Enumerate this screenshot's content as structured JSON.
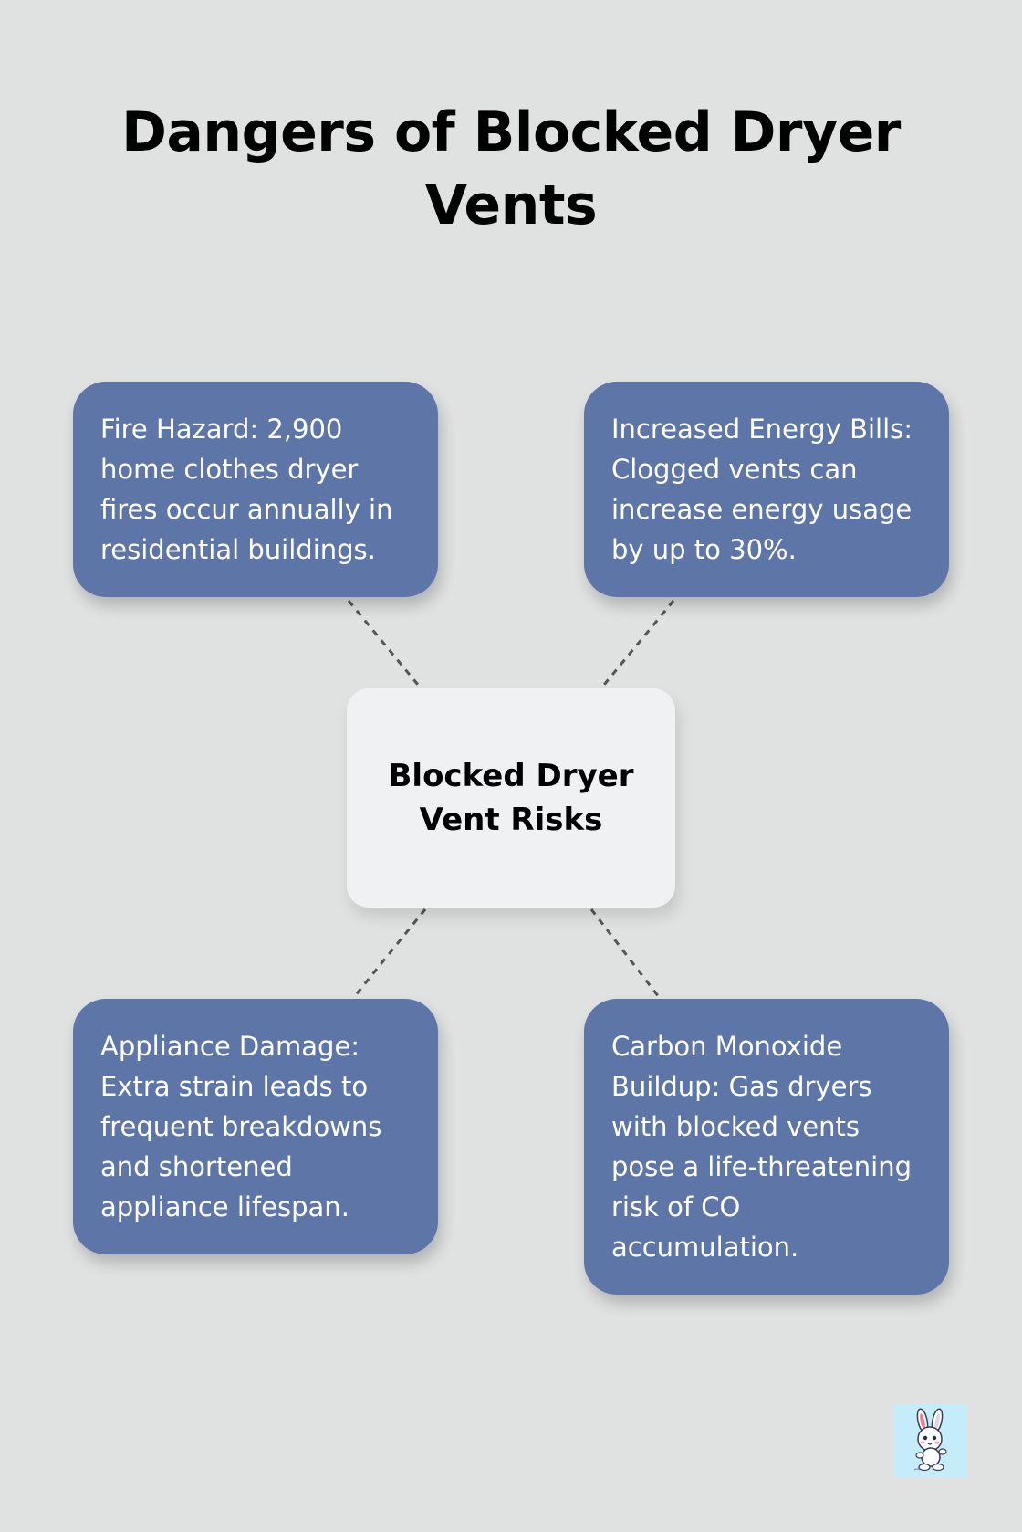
{
  "title": "Dangers of Blocked Dryer Vents",
  "center": {
    "label": "Blocked Dryer Vent Risks"
  },
  "cards": [
    {
      "text": "Fire Hazard: 2,900 home clothes dryer fires occur annually in residential buildings."
    },
    {
      "text": "Increased Energy Bills: Clogged vents can increase energy usage by up to 30%."
    },
    {
      "text": "Appliance Damage: Extra strain leads to frequent breakdowns and shortened appliance lifespan."
    },
    {
      "text": "Carbon Monoxide Buildup: Gas dryers with blocked vents pose a life-threatening risk of CO accumulation."
    }
  ],
  "colors": {
    "background": "#e0e2e2",
    "card": "#5e76a7",
    "center": "#f0f1f3",
    "connector": "#555555"
  },
  "logo_icon": "bunny-mascot-icon"
}
